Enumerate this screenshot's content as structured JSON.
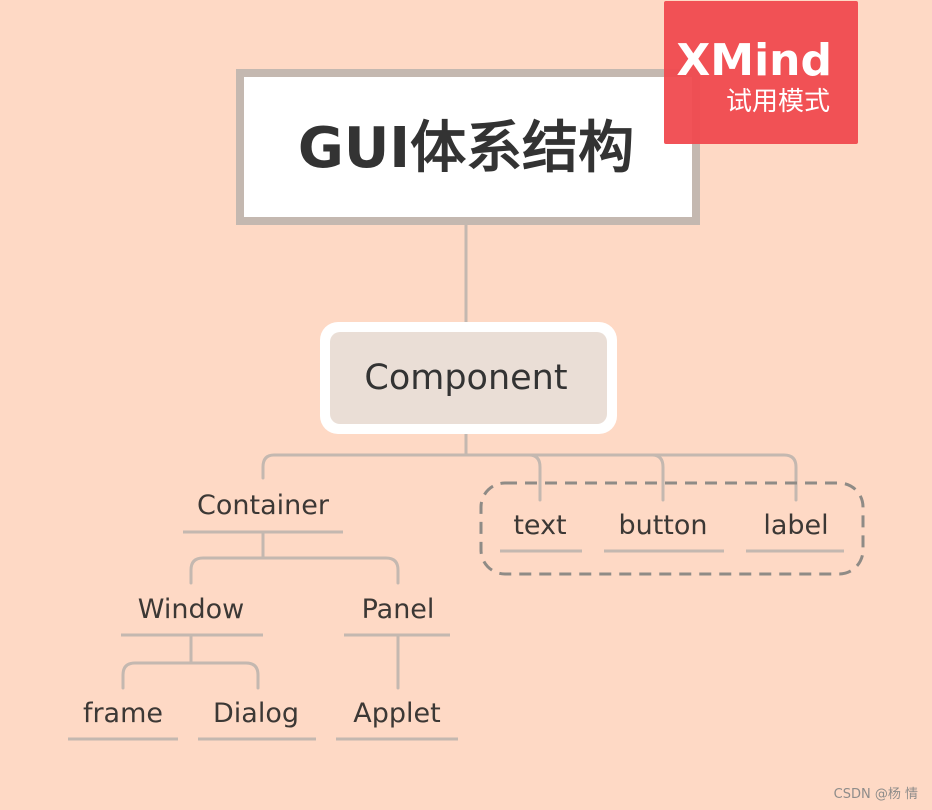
{
  "root": {
    "label": "GUI体系结构"
  },
  "component": {
    "label": "Component"
  },
  "nodes": {
    "container": "Container",
    "window": "Window",
    "panel": "Panel",
    "frame": "frame",
    "dialog": "Dialog",
    "applet": "Applet",
    "text": "text",
    "button": "button",
    "label": "label"
  },
  "watermark": {
    "brand": "XMind",
    "mode": "试用模式"
  },
  "credit": "CSDN @杨  情",
  "colors": {
    "background": "#FED9C5",
    "connector": "#C4B8B0",
    "root_border": "#C4B8B0",
    "component_fill": "#EADED6",
    "group_dash": "#8F8B86",
    "watermark": "#F0484E",
    "text": "#3C3835"
  }
}
